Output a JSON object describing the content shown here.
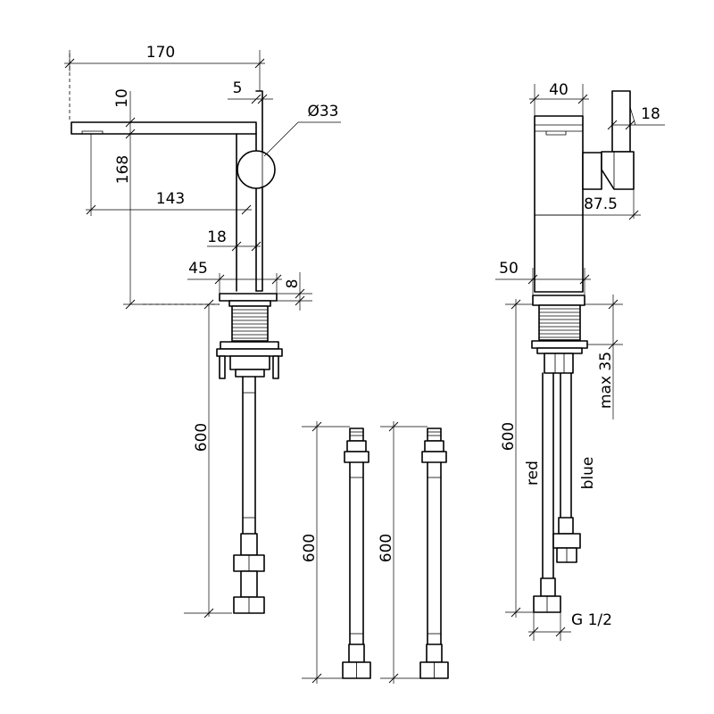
{
  "dimensions": {
    "d170": "170",
    "d10": "10",
    "d5": "5",
    "d33": "Ø33",
    "d168": "168",
    "d143": "143",
    "d18a": "18",
    "d45": "45",
    "d8": "8",
    "d600a": "600",
    "d600b": "600",
    "d600c": "600",
    "d40": "40",
    "d18b": "18",
    "d87": "87.5",
    "d50": "50",
    "d600d": "600",
    "dmax35": "max 35",
    "dg12": "G 1/2"
  },
  "hoses": {
    "red": "red",
    "blue": "blue"
  }
}
